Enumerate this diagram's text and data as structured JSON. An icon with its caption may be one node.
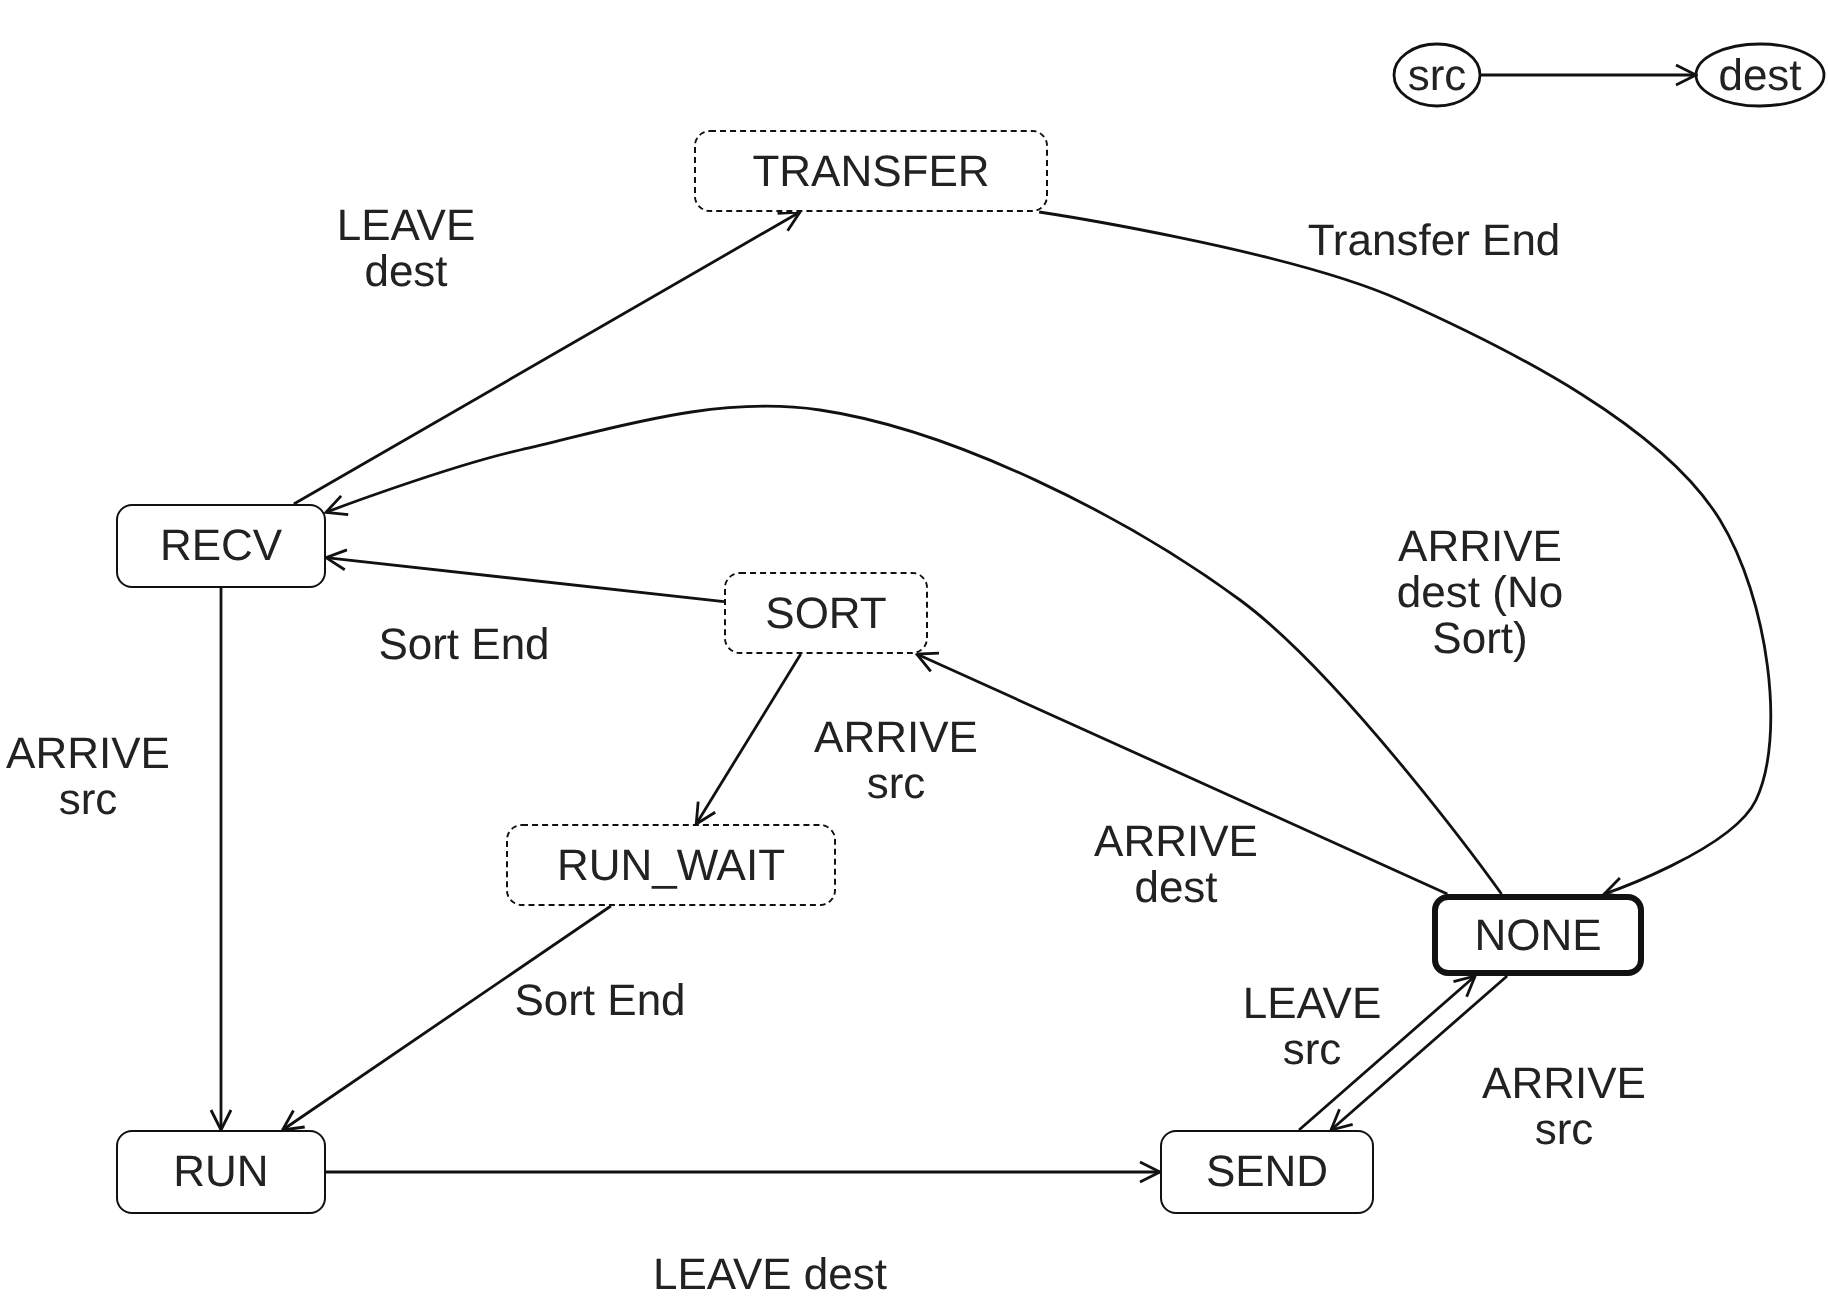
{
  "diagram": {
    "nodes": [
      {
        "text": [
          "src"
        ]
      },
      {
        "text": [
          "dest"
        ]
      },
      {
        "text": [
          "TRANSFER"
        ]
      },
      {
        "text": [
          "RECV"
        ]
      },
      {
        "text": [
          "SORT"
        ]
      },
      {
        "text": [
          "RUN_WAIT"
        ]
      },
      {
        "text": [
          "NONE"
        ]
      },
      {
        "text": [
          "RUN"
        ]
      },
      {
        "text": [
          "SEND"
        ]
      }
    ],
    "edges": [
      {
        "from": 0,
        "to": 1,
        "arrow": "to"
      },
      {
        "from": 3,
        "to": 2,
        "arrow": "to",
        "label": "LEAVE dest"
      },
      {
        "from": 2,
        "to": 6,
        "arrow": "to",
        "label": "Transfer End"
      },
      {
        "from": 6,
        "to": 3,
        "arrow": "to",
        "label": "ARRIVE dest (No Sort)"
      },
      {
        "from": 4,
        "to": 3,
        "arrow": "to",
        "label": "Sort End"
      },
      {
        "from": 6,
        "to": 4,
        "arrow": "to",
        "label": "ARRIVE dest"
      },
      {
        "from": 4,
        "to": 5,
        "arrow": "to",
        "label": "ARRIVE src"
      },
      {
        "from": 3,
        "to": 7,
        "arrow": "to",
        "label": "ARRIVE src"
      },
      {
        "from": 5,
        "to": 7,
        "arrow": "to",
        "label": "Sort End"
      },
      {
        "from": 7,
        "to": 8,
        "arrow": "to",
        "label": "LEAVE dest"
      },
      {
        "from": 8,
        "to": 6,
        "arrow": "to",
        "label": "LEAVE src"
      },
      {
        "from": 6,
        "to": 8,
        "arrow": "to",
        "label": "ARRIVE src"
      }
    ]
  }
}
